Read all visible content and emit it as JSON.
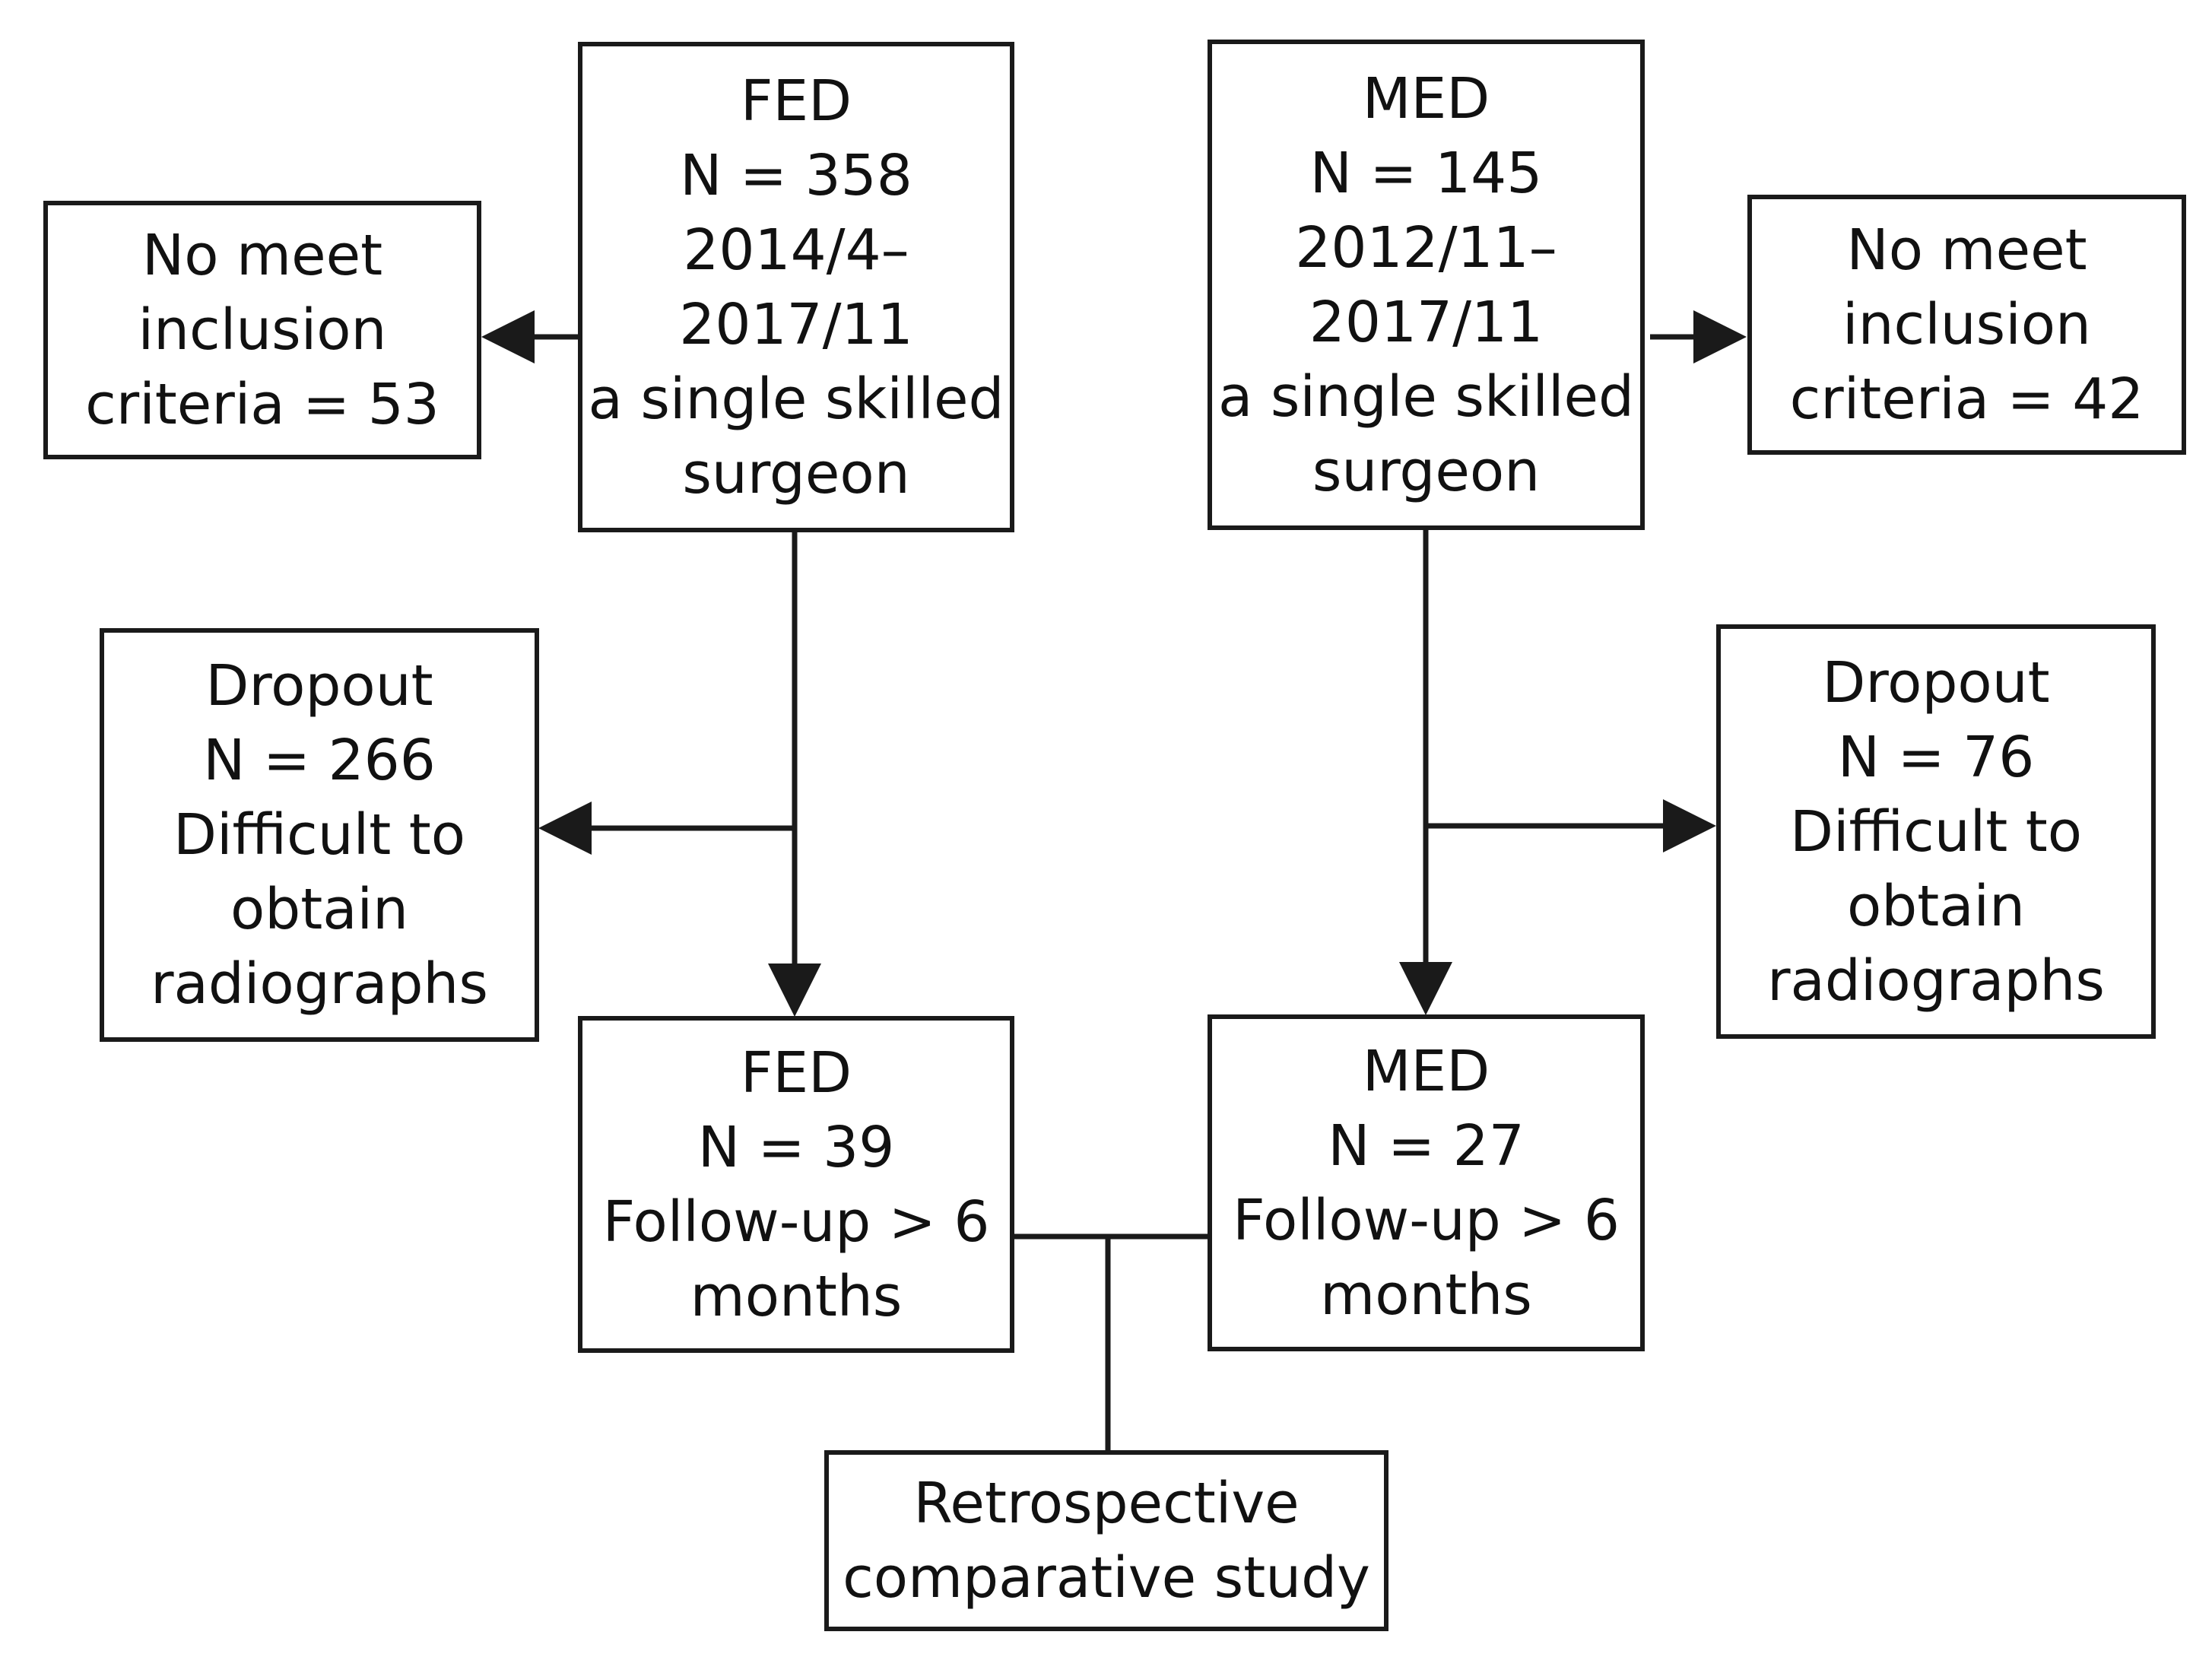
{
  "flowchart": {
    "fed_initial": {
      "lines": [
        "FED",
        "N = 358",
        "2014/4–",
        "2017/11",
        "a single skilled",
        "surgeon"
      ]
    },
    "med_initial": {
      "lines": [
        "MED",
        "N = 145",
        "2012/11–",
        "2017/11",
        "a single skilled",
        "surgeon"
      ]
    },
    "fed_excluded": {
      "lines": [
        "No meet",
        "inclusion",
        "criteria = 53"
      ]
    },
    "med_excluded": {
      "lines": [
        "No meet",
        "inclusion",
        "criteria = 42"
      ]
    },
    "fed_dropout": {
      "lines": [
        "Dropout",
        "N = 266",
        "Difficult to",
        "obtain",
        "radiographs"
      ]
    },
    "med_dropout": {
      "lines": [
        "Dropout",
        "N = 76",
        "Difficult to",
        "obtain",
        "radiographs"
      ]
    },
    "fed_final": {
      "lines": [
        "FED",
        "N = 39",
        "Follow-up > 6",
        "months"
      ]
    },
    "med_final": {
      "lines": [
        "MED",
        "N = 27",
        "Follow-up > 6",
        "months"
      ]
    },
    "study": {
      "lines": [
        "Retrospective",
        "comparative study"
      ]
    }
  }
}
